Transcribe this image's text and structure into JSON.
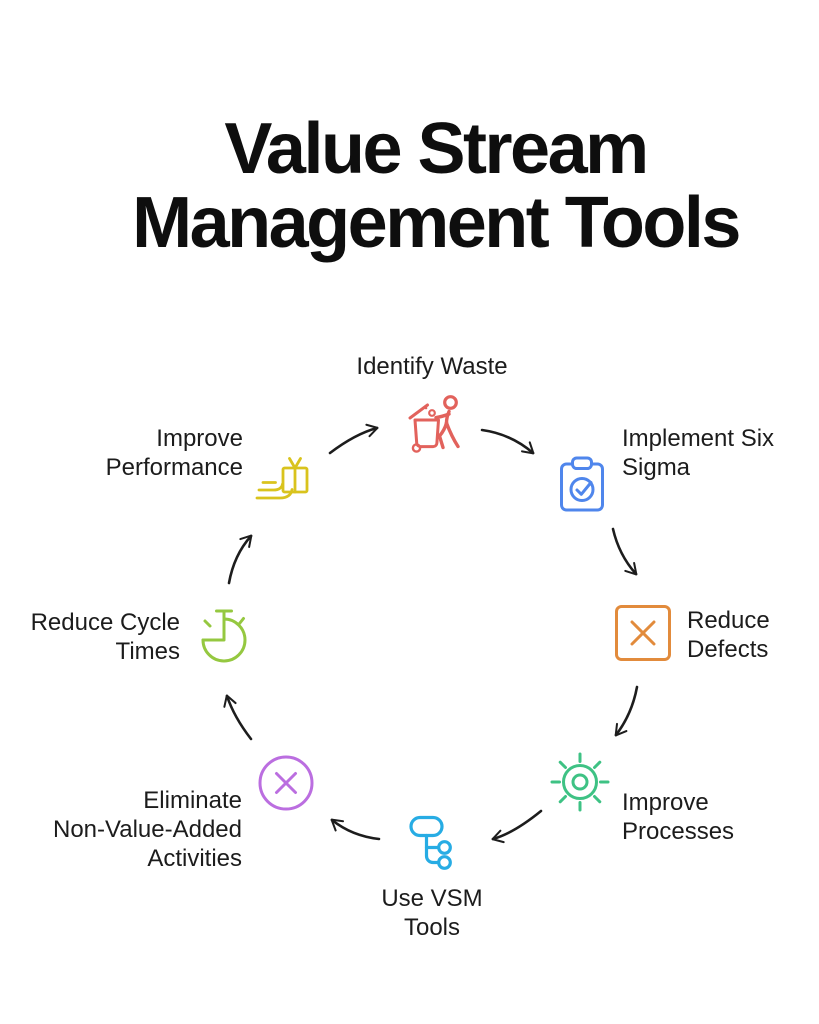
{
  "title": {
    "line1": "Value Stream",
    "line2": "Management Tools"
  },
  "colors": {
    "arrow": "#1d1d1d",
    "title_text": "#0e0e0e",
    "label_text": "#1c1c1c"
  },
  "nodes": [
    {
      "id": "identify-waste",
      "label_lines": [
        "Identify Waste"
      ],
      "color": "#e2625c",
      "icon": "trash-disposal-icon"
    },
    {
      "id": "implement-six-sigma",
      "label_lines": [
        "Implement Six",
        "Sigma"
      ],
      "color": "#4f86ec",
      "icon": "clipboard-check-icon"
    },
    {
      "id": "reduce-defects",
      "label_lines": [
        "Reduce",
        "Defects"
      ],
      "color": "#e28b3c",
      "icon": "square-x-icon"
    },
    {
      "id": "improve-processes",
      "label_lines": [
        "Improve",
        "Processes"
      ],
      "color": "#3ec284",
      "icon": "gear-icon"
    },
    {
      "id": "use-vsm-tools",
      "label_lines": [
        "Use VSM",
        "Tools"
      ],
      "color": "#27ace4",
      "icon": "flowchart-icon"
    },
    {
      "id": "eliminate-non-value-added",
      "label_lines": [
        "Eliminate",
        "Non-Value-Added",
        "Activities"
      ],
      "color": "#bb6ee0",
      "icon": "circle-x-icon"
    },
    {
      "id": "reduce-cycle-times",
      "label_lines": [
        "Reduce Cycle",
        "Times"
      ],
      "color": "#95c840",
      "icon": "timer-icon"
    },
    {
      "id": "improve-performance",
      "label_lines": [
        "Improve",
        "Performance"
      ],
      "color": "#d9c31d",
      "icon": "gift-hand-icon"
    }
  ],
  "arrows": [
    {
      "from": "improve-performance",
      "to": "identify-waste"
    },
    {
      "from": "identify-waste",
      "to": "implement-six-sigma"
    },
    {
      "from": "implement-six-sigma",
      "to": "reduce-defects"
    },
    {
      "from": "reduce-defects",
      "to": "improve-processes"
    },
    {
      "from": "improve-processes",
      "to": "use-vsm-tools"
    },
    {
      "from": "use-vsm-tools",
      "to": "eliminate-non-value-added"
    },
    {
      "from": "eliminate-non-value-added",
      "to": "reduce-cycle-times"
    },
    {
      "from": "reduce-cycle-times",
      "to": "improve-performance"
    }
  ]
}
